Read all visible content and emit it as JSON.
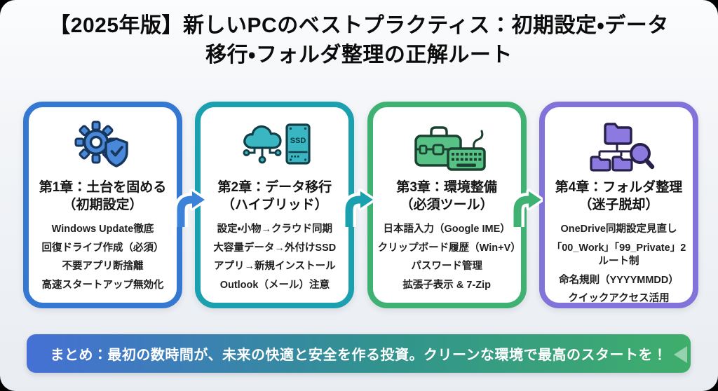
{
  "header": {
    "title": "【2025年版】新しいPCのベストプラクティス：初期設定・データ移行・フォルダ整理の正解ルート"
  },
  "chapters": [
    {
      "title": "第1章：土台を固める",
      "subtitle": "（初期設定）",
      "icon": "gear-shield-icon",
      "accent": "#3578d2",
      "items": [
        "Windows Update徹底",
        "回復ドライブ作成（必須）",
        "不要アプリ断捨離",
        "高速スタートアップ無効化"
      ]
    },
    {
      "title": "第2章：データ移行",
      "subtitle": "（ハイブリッド）",
      "icon": "cloud-ssd-icon",
      "accent": "#1aa0af",
      "icon_label": "SSD",
      "items": [
        "設定・小物→クラウド同期",
        "大容量データ→外付けSSD",
        "アプリ→新規インストール",
        "Outlook（メール）注意"
      ]
    },
    {
      "title": "第3章：環境整備",
      "subtitle": "（必須ツール）",
      "icon": "toolbox-keyboard-icon",
      "accent": "#3fb273",
      "items": [
        "日本語入力（Google IME）",
        "クリップボード履歴（Win+V）",
        "パスワード管理",
        "拡張子表示 & 7-Zip"
      ]
    },
    {
      "title": "第4章：フォルダ整理",
      "subtitle": "（迷子脱却）",
      "icon": "folder-tree-magnifier-icon",
      "accent": "#8173da",
      "items": [
        "OneDrive同期設定見直し",
        "「00_Work」「99_Private」2ルート制",
        "命名規則（YYYYMMDD）",
        "クイックアクセス活用"
      ]
    }
  ],
  "arrows": [
    {
      "name": "flow-arrow-1",
      "color": "#3b82d8"
    },
    {
      "name": "flow-arrow-2",
      "color": "#1aa0af"
    },
    {
      "name": "flow-arrow-3",
      "color": "#3fb273"
    }
  ],
  "summary": {
    "text": "まとめ：最初の数時間が、未来の快適と安全を作る投資。クリーンな環境で最高のスタートを！",
    "gradient_start": "#4570d5",
    "gradient_end": "#3fae6b"
  },
  "palette": {
    "background": "#eef1f4",
    "text": "#0c0c0c"
  }
}
